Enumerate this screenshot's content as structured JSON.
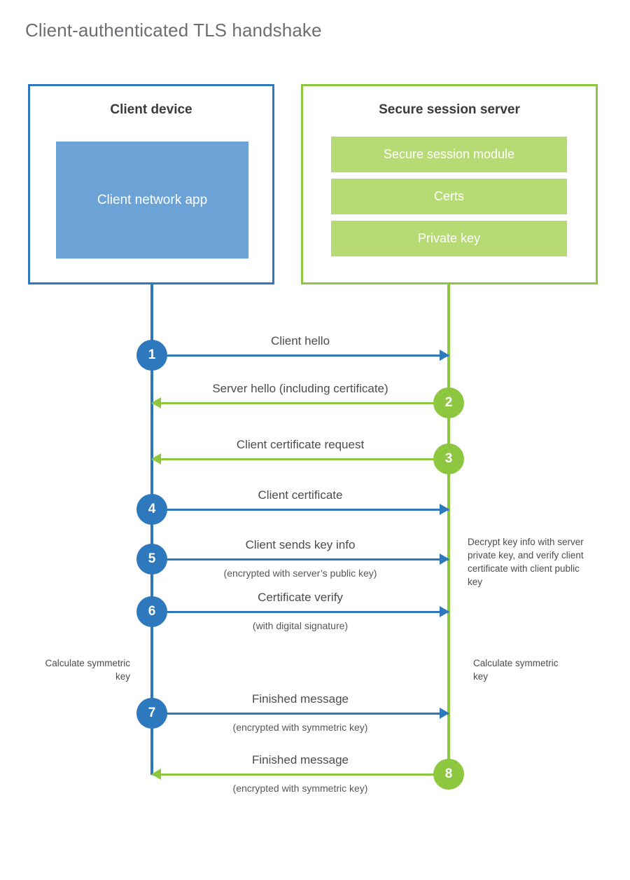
{
  "diagram": {
    "title": "Client-authenticated TLS handshake",
    "colors": {
      "client_accent": "#2e78bd",
      "server_accent": "#8dc63f",
      "client_app_fill": "#6ba3d6",
      "server_bar_fill": "#b6db74",
      "title_text": "#6d6e71",
      "body_text": "#4c4c4e",
      "background": "#ffffff"
    }
  },
  "client": {
    "title": "Client device",
    "app_label": "Client network app"
  },
  "server": {
    "title": "Secure session server",
    "components": [
      {
        "label": "Secure session module"
      },
      {
        "label": "Certs"
      },
      {
        "label": "Private key"
      }
    ]
  },
  "steps": [
    {
      "number": "1",
      "label": "Client hello",
      "sublabel": "",
      "direction": "client-to-server",
      "actor": "client"
    },
    {
      "number": "2",
      "label": "Server hello (including certificate)",
      "sublabel": "",
      "direction": "server-to-client",
      "actor": "server"
    },
    {
      "number": "3",
      "label": "Client certificate request",
      "sublabel": "",
      "direction": "server-to-client",
      "actor": "server"
    },
    {
      "number": "4",
      "label": "Client certificate",
      "sublabel": "",
      "direction": "client-to-server",
      "actor": "client"
    },
    {
      "number": "5",
      "label": "Client sends key info",
      "sublabel": "(encrypted with server’s public key)",
      "direction": "client-to-server",
      "actor": "client"
    },
    {
      "number": "6",
      "label": "Certificate verify",
      "sublabel": "(with digital signature)",
      "direction": "client-to-server",
      "actor": "client"
    },
    {
      "number": "7",
      "label": "Finished message",
      "sublabel": "(encrypted with symmetric key)",
      "direction": "client-to-server",
      "actor": "client"
    },
    {
      "number": "8",
      "label": "Finished message",
      "sublabel": "(encrypted with symmetric key)",
      "direction": "server-to-client",
      "actor": "server"
    }
  ],
  "annotations": {
    "server_decrypt": "Decrypt key info with server private key, and verify client certificate with client public key",
    "client_calculate": "Calculate symmetric key",
    "server_calculate": "Calculate symmetric key"
  }
}
